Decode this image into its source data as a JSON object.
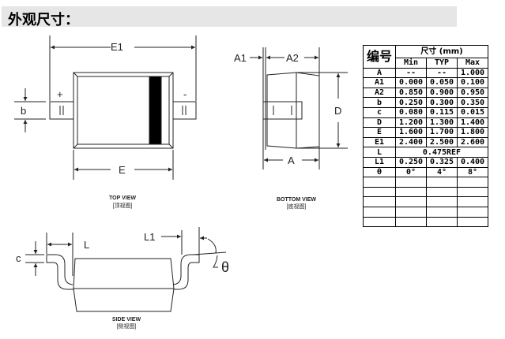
{
  "section_title": "外观尺寸：",
  "top_view": {
    "labels": {
      "E1": "E1",
      "E": "E",
      "b": "b",
      "plus": "+",
      "minus": "-"
    },
    "caption": "TOP VIEW",
    "caption_cn": "[顶视图]"
  },
  "bottom_view": {
    "labels": {
      "A1": "A1",
      "A2": "A2",
      "D": "D",
      "A": "A"
    },
    "caption": "BOTTOM VIEW",
    "caption_cn": "[底视图]"
  },
  "side_view": {
    "labels": {
      "c": "c",
      "L": "L",
      "L1": "L1",
      "theta": "θ"
    },
    "caption": "SIDE VIEW",
    "caption_cn": "[侧视图]"
  },
  "table": {
    "header_id": "编号",
    "header_dim": "尺寸 (mm)",
    "columns": [
      "Min",
      "TYP",
      "Max"
    ],
    "rows": [
      {
        "id": "A",
        "min": "--",
        "typ": "--",
        "max": "1.000"
      },
      {
        "id": "A1",
        "min": "0.000",
        "typ": "0.050",
        "max": "0.100"
      },
      {
        "id": "A2",
        "min": "0.850",
        "typ": "0.900",
        "max": "0.950"
      },
      {
        "id": "b",
        "min": "0.250",
        "typ": "0.300",
        "max": "0.350"
      },
      {
        "id": "c",
        "min": "0.080",
        "typ": "0.115",
        "max": "0.015"
      },
      {
        "id": "D",
        "min": "1.200",
        "typ": "1.300",
        "max": "1.400"
      },
      {
        "id": "E",
        "min": "1.600",
        "typ": "1.700",
        "max": "1.800"
      },
      {
        "id": "E1",
        "min": "2.400",
        "typ": "2.500",
        "max": "2.600"
      },
      {
        "id": "L",
        "span": "0.475REF"
      },
      {
        "id": "L1",
        "min": "0.250",
        "typ": "0.325",
        "max": "0.400"
      },
      {
        "id": "θ",
        "min": "0°",
        "typ": "4°",
        "max": "8°"
      }
    ]
  }
}
